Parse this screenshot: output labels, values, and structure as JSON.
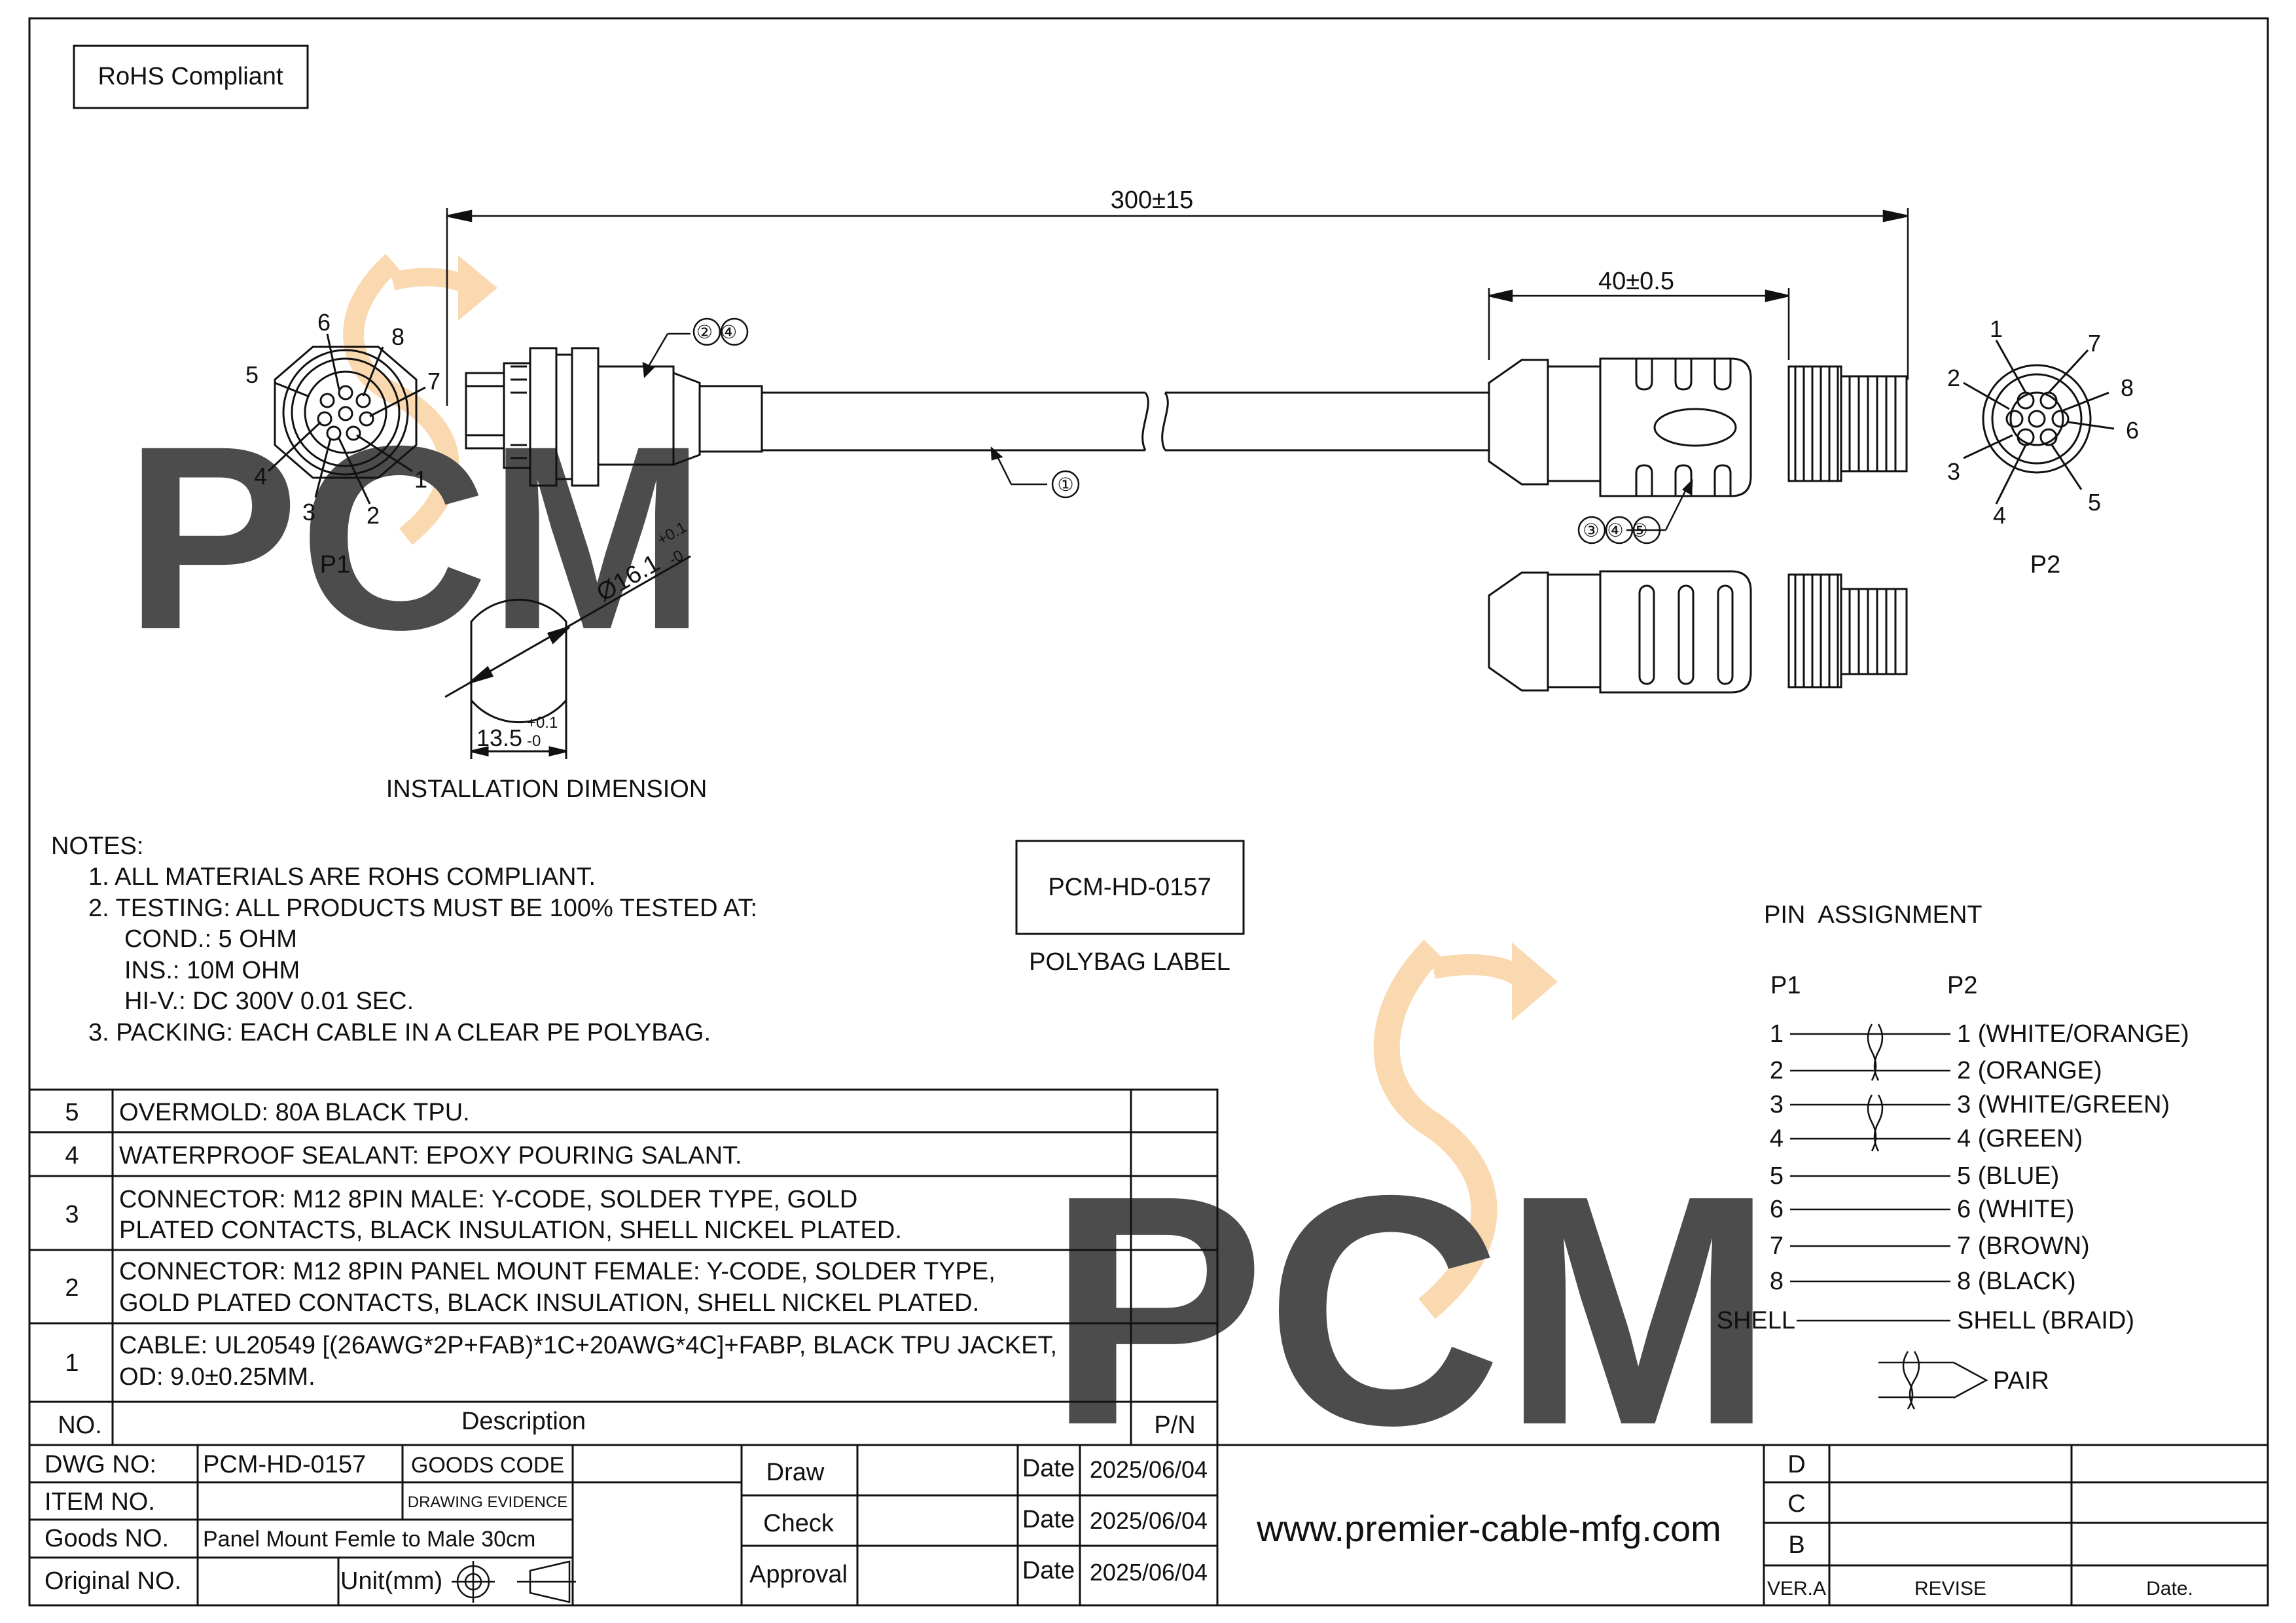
{
  "rohs_box": "RoHS Compliant",
  "dimensions": {
    "overall_length": "300±15",
    "overmold_length": "40±0.5",
    "panel_cut_diameter": "Ø16.1",
    "panel_cut_diameter_tol_plus": "+0.1",
    "panel_cut_diameter_tol_minus": "-0",
    "panel_cut_flat": "13.5",
    "panel_cut_flat_tol_plus": "+0.1",
    "panel_cut_flat_tol_minus": "-0"
  },
  "connectors": {
    "p1_label": "P1",
    "p2_label": "P2",
    "p1_pins": [
      "1",
      "2",
      "3",
      "4",
      "5",
      "6",
      "7",
      "8"
    ],
    "p2_pins": [
      "1",
      "2",
      "3",
      "4",
      "5",
      "6",
      "7",
      "8"
    ]
  },
  "callouts": {
    "cable": "①",
    "p1_connector": "②④",
    "p2_connector": "③④⑤"
  },
  "installation_label": "INSTALLATION DIMENSION",
  "watermark": "PCM",
  "notes": {
    "heading": "NOTES:",
    "lines": [
      "1. ALL MATERIALS ARE ROHS COMPLIANT.",
      "2. TESTING: ALL PRODUCTS MUST BE 100% TESTED AT:",
      "COND.: 5 OHM",
      "INS.: 10M OHM",
      "HI-V.: DC 300V 0.01 SEC.",
      "3. PACKING: EACH CABLE IN A CLEAR PE POLYBAG."
    ]
  },
  "polybag": {
    "code": "PCM-HD-0157",
    "caption": "POLYBAG LABEL"
  },
  "pin_assignment": {
    "title": "PIN  ASSIGNMENT",
    "col_p1": "P1",
    "col_p2": "P2",
    "rows": [
      {
        "p1": "1",
        "p2": "1 (WHITE/ORANGE)"
      },
      {
        "p1": "2",
        "p2": "2 (ORANGE)"
      },
      {
        "p1": "3",
        "p2": "3 (WHITE/GREEN)"
      },
      {
        "p1": "4",
        "p2": "4 (GREEN)"
      },
      {
        "p1": "5",
        "p2": "5 (BLUE)"
      },
      {
        "p1": "6",
        "p2": "6 (WHITE)"
      },
      {
        "p1": "7",
        "p2": "7 (BROWN)"
      },
      {
        "p1": "8",
        "p2": "8 (BLACK)"
      },
      {
        "p1": "SHELL",
        "p2": "SHELL (BRAID)"
      }
    ],
    "legend": "PAIR"
  },
  "bom": {
    "header_no": "NO.",
    "header_desc": "Description",
    "header_pn": "P/N",
    "rows": [
      {
        "no": "5",
        "lines": [
          "OVERMOLD: 80A BLACK TPU."
        ],
        "pn": ""
      },
      {
        "no": "4",
        "lines": [
          "WATERPROOF SEALANT: EPOXY POURING SALANT."
        ],
        "pn": ""
      },
      {
        "no": "3",
        "lines": [
          "CONNECTOR: M12 8PIN MALE: Y-CODE, SOLDER TYPE, GOLD",
          "PLATED CONTACTS, BLACK INSULATION, SHELL NICKEL PLATED."
        ],
        "pn": ""
      },
      {
        "no": "2",
        "lines": [
          "CONNECTOR: M12 8PIN PANEL MOUNT FEMALE: Y-CODE, SOLDER TYPE,",
          "GOLD PLATED CONTACTS, BLACK INSULATION, SHELL NICKEL PLATED."
        ],
        "pn": ""
      },
      {
        "no": "1",
        "lines": [
          "CABLE: UL20549 [(26AWG*2P+FAB)*1C+20AWG*4C]+FABP, BLACK TPU JACKET,",
          "OD: 9.0±0.25MM."
        ],
        "pn": ""
      }
    ]
  },
  "title_block": {
    "dwg_no_label": "DWG NO:",
    "dwg_no": "PCM-HD-0157",
    "goods_code_label": "GOODS CODE",
    "item_no_label": "ITEM NO.",
    "drawing_evidence_label": "DRAWING EVIDENCE",
    "goods_no_label": "Goods NO.",
    "goods_no": "Panel Mount Femle to Male 30cm",
    "original_no_label": "Original NO.",
    "unit_label": "Unit(mm)",
    "draw_label": "Draw",
    "check_label": "Check",
    "approval_label": "Approval",
    "date_label": "Date",
    "draw_date": "2025/06/04",
    "check_date": "2025/06/04",
    "approval_date": "2025/06/04",
    "website": "www.premier-cable-mfg.com",
    "revisions": [
      "D",
      "C",
      "B"
    ],
    "ver_label": "VER.A",
    "revise_label": "REVISE",
    "date_col_label": "Date."
  },
  "colors": {
    "line": "#111111",
    "watermark": "#f9cd98"
  }
}
